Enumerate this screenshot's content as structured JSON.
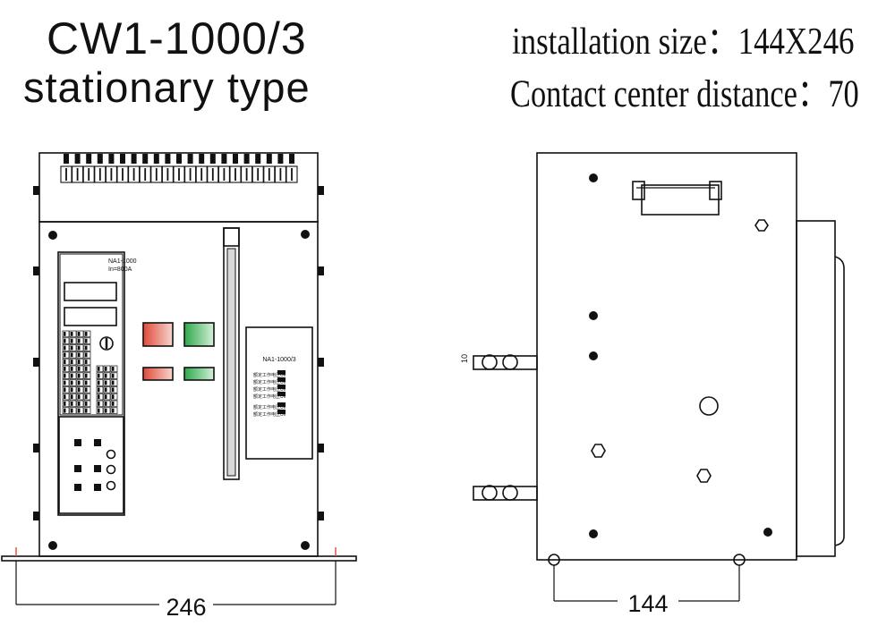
{
  "header": {
    "title_model": "CW1-1000/3",
    "title_type": "stationary type",
    "installation_size": "installation size：144X246",
    "contact_distance": "Contact center distance：70"
  },
  "front_view": {
    "controller_model": "NA1-1000",
    "controller_rating": "In=800A",
    "nameplate_model": "NA1-1000/3",
    "nameplate_lines": [
      "额定工作电压Ue",
      "额定工作电压Ue",
      "额定工作电压Ue",
      "额定工作电压Ue",
      "额定工作电压Ue",
      "额定工作电压Ue"
    ],
    "width_dimension": "246",
    "button_colors": {
      "red": "#e04a3a",
      "green": "#2ea84a"
    }
  },
  "side_view": {
    "terminal_label": "10",
    "depth_dimension": "144"
  }
}
